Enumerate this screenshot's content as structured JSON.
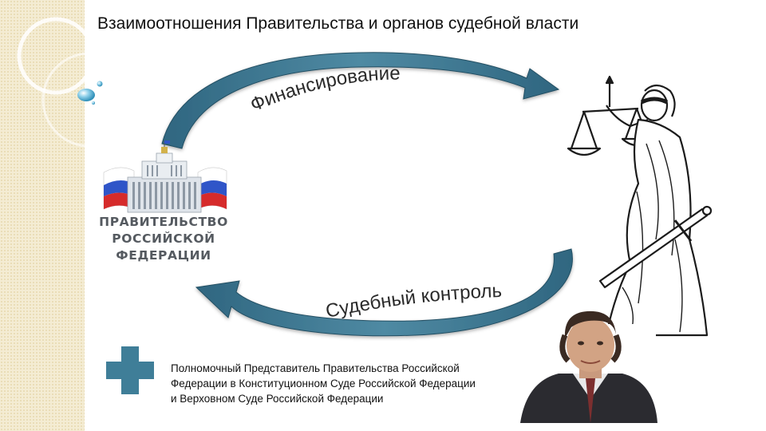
{
  "title": "Взаимоотношения Правительства и органов судебной власти",
  "arrows": {
    "top_label": "Финансирование",
    "bottom_label": "Судебный контроль"
  },
  "government_logo": {
    "lines": [
      "ПРАВИТЕЛЬСТВО",
      "РОССИЙСКОЙ",
      "ФЕДЕРАЦИИ"
    ]
  },
  "caption": {
    "lines": [
      "Полномочный Представитель Правительства Российской",
      "Федерации в Конституционном Суде Российской Федерации",
      "и Верховном Суде Российской Федерации"
    ]
  },
  "colors": {
    "arrow": "#3a7189",
    "arrow_light": "#6fa6bd",
    "plus": "#3f7e98",
    "strip": "#f4ecd3"
  },
  "icons": [
    "plus-icon",
    "government-building-image",
    "lady-justice-image",
    "person-photo"
  ]
}
